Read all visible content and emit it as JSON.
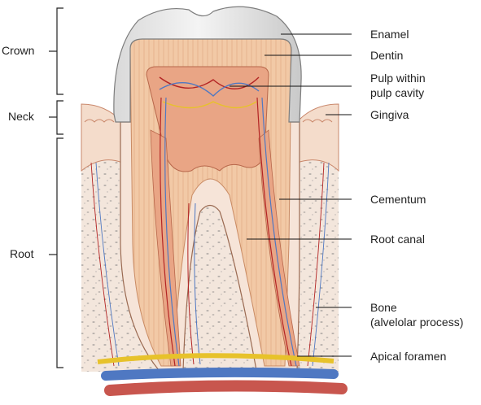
{
  "diagram": {
    "regions": [
      "Crown",
      "Neck",
      "Root"
    ],
    "labels": [
      "Enamel",
      "Dentin",
      "Pulp within",
      "pulp cavity",
      "Gingiva",
      "Cementum",
      "Root canal",
      "Bone",
      "(alvelolar process)",
      "Apical foramen"
    ]
  },
  "colors": {
    "enamel": "#ececec",
    "dentin": "#f2c9a6",
    "pulp": "#e9a585",
    "gingiva": "#f4dccb",
    "bone": "#f3e6dc",
    "artery": "#b32424",
    "vein": "#4f78c2",
    "nerve": "#e7c22b"
  }
}
